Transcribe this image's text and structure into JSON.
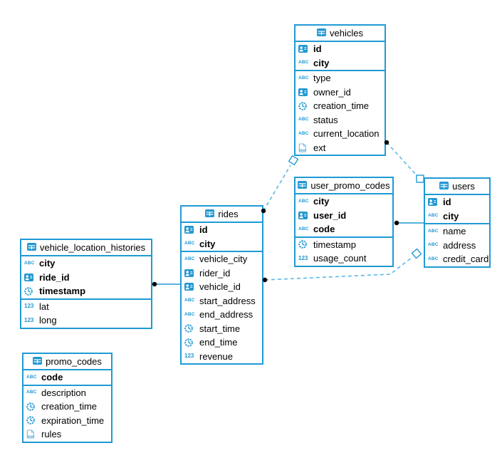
{
  "diagram": {
    "colors": {
      "background": "#ffffff",
      "table_border": "#1f9ad5",
      "icon_blue": "#2097d3",
      "dashed_line": "#5cb8e7",
      "solid_line": "#1f9ad5",
      "connector_dot": "#000000",
      "text": "#000000"
    },
    "tables": [
      {
        "name": "vehicles",
        "key_columns": [
          {
            "name": "id",
            "type": "id"
          },
          {
            "name": "city",
            "type": "text"
          }
        ],
        "columns": [
          {
            "name": "type",
            "type": "text"
          },
          {
            "name": "owner_id",
            "type": "id"
          },
          {
            "name": "creation_time",
            "type": "timestamp"
          },
          {
            "name": "status",
            "type": "text"
          },
          {
            "name": "current_location",
            "type": "text"
          },
          {
            "name": "ext",
            "type": "json"
          }
        ]
      },
      {
        "name": "user_promo_codes",
        "key_columns": [
          {
            "name": "city",
            "type": "text"
          },
          {
            "name": "user_id",
            "type": "id"
          },
          {
            "name": "code",
            "type": "text"
          }
        ],
        "columns": [
          {
            "name": "timestamp",
            "type": "timestamp"
          },
          {
            "name": "usage_count",
            "type": "number"
          }
        ]
      },
      {
        "name": "users",
        "key_columns": [
          {
            "name": "id",
            "type": "id"
          },
          {
            "name": "city",
            "type": "text"
          }
        ],
        "columns": [
          {
            "name": "name",
            "type": "text"
          },
          {
            "name": "address",
            "type": "text"
          },
          {
            "name": "credit_card",
            "type": "text"
          }
        ]
      },
      {
        "name": "rides",
        "key_columns": [
          {
            "name": "id",
            "type": "id"
          },
          {
            "name": "city",
            "type": "text"
          }
        ],
        "columns": [
          {
            "name": "vehicle_city",
            "type": "text"
          },
          {
            "name": "rider_id",
            "type": "id"
          },
          {
            "name": "vehicle_id",
            "type": "id"
          },
          {
            "name": "start_address",
            "type": "text"
          },
          {
            "name": "end_address",
            "type": "text"
          },
          {
            "name": "start_time",
            "type": "timestamp"
          },
          {
            "name": "end_time",
            "type": "timestamp"
          },
          {
            "name": "revenue",
            "type": "number"
          }
        ]
      },
      {
        "name": "vehicle_location_histories",
        "key_columns": [
          {
            "name": "city",
            "type": "text"
          },
          {
            "name": "ride_id",
            "type": "id"
          },
          {
            "name": "timestamp",
            "type": "timestamp"
          }
        ],
        "columns": [
          {
            "name": "lat",
            "type": "number"
          },
          {
            "name": "long",
            "type": "number"
          }
        ]
      },
      {
        "name": "promo_codes",
        "key_columns": [
          {
            "name": "code",
            "type": "text"
          }
        ],
        "columns": [
          {
            "name": "description",
            "type": "text"
          },
          {
            "name": "creation_time",
            "type": "timestamp"
          },
          {
            "name": "expiration_time",
            "type": "timestamp"
          },
          {
            "name": "rules",
            "type": "json"
          }
        ]
      }
    ],
    "connections": [
      {
        "from": "rides",
        "to": "vehicles",
        "line_style": "dashed"
      },
      {
        "from": "vehicles",
        "to": "users",
        "line_style": "dashed"
      },
      {
        "from": "user_promo_codes",
        "to": "users",
        "line_style": "solid"
      },
      {
        "from": "rides",
        "to": "users",
        "line_style": "dashed"
      },
      {
        "from": "vehicle_location_histories",
        "to": "rides",
        "line_style": "solid"
      }
    ]
  }
}
